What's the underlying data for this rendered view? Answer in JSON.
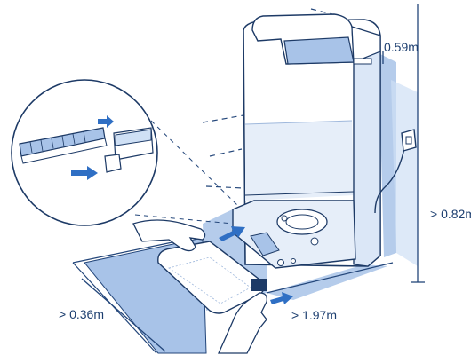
{
  "diagram": {
    "dimensions": {
      "height": "> 0.82m",
      "side": "0.59m",
      "front": "> 1.97m",
      "width": "> 0.36m"
    },
    "colors": {
      "line": "#23467a",
      "accent": "#2f6fc4",
      "shade": "#a8c3e8",
      "shade_light": "#cfe0f5",
      "outline": "#1d3a66",
      "background": "#ffffff"
    },
    "icons": [
      "arrow-right-icon",
      "power-outlet-icon",
      "magnifier-circle-icon"
    ]
  }
}
